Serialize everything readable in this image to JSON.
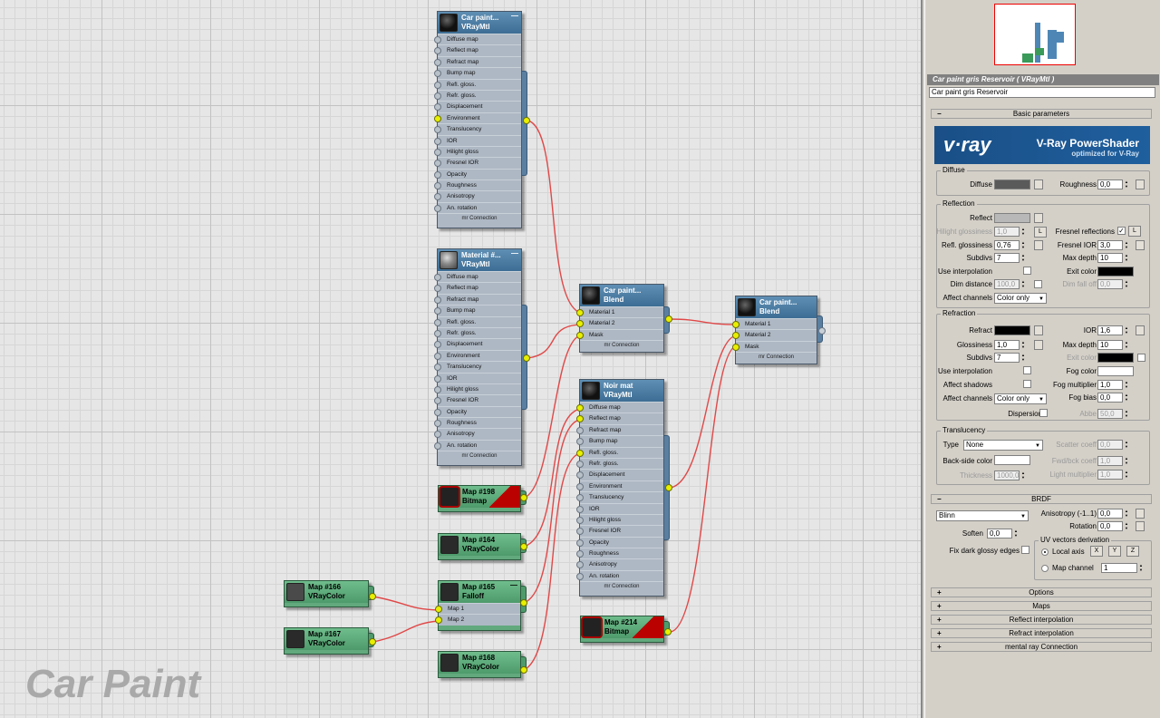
{
  "canvas_title": "Car Paint",
  "nodes": {
    "car_top": {
      "name": "Car paint...",
      "type": "VRayMtl"
    },
    "material": {
      "name": "Material #...",
      "type": "VRayMtl"
    },
    "blend1": {
      "name": "Car paint...",
      "type": "Blend"
    },
    "blend2": {
      "name": "Car paint...",
      "type": "Blend"
    },
    "noir": {
      "name": "Noir mat",
      "type": "VRayMtl"
    },
    "map198": {
      "name": "Map #198",
      "type": "Bitmap"
    },
    "map164": {
      "name": "Map #164",
      "type": "VRayColor"
    },
    "map165": {
      "name": "Map #165",
      "type": "Falloff"
    },
    "map166": {
      "name": "Map #166",
      "type": "VRayColor"
    },
    "map167": {
      "name": "Map #167",
      "type": "VRayColor"
    },
    "map168": {
      "name": "Map #168",
      "type": "VRayColor"
    },
    "map214": {
      "name": "Map #214",
      "type": "Bitmap"
    }
  },
  "vray_slots": [
    "Diffuse map",
    "Reflect map",
    "Refract map",
    "Bump map",
    "Refl. gloss.",
    "Refr. gloss.",
    "Displacement",
    "Environment",
    "Translucency",
    "IOR",
    "Hilight gloss",
    "Fresnel IOR",
    "Opacity",
    "Roughness",
    "Anisotropy",
    "An. rotation"
  ],
  "blend_slots": [
    "Material 1",
    "Material 2",
    "Mask"
  ],
  "falloff_slots": [
    "Map 1",
    "Map 2"
  ],
  "mr_connection": "mr Connection",
  "panel": {
    "title": "Car paint gris Reservoir  ( VRayMtl )",
    "name_field": "Car paint gris Reservoir",
    "basic_rollout": "Basic parameters",
    "banner_logo": "v·ray",
    "banner_title": "V-Ray PowerShader",
    "banner_sub": "optimized for V-Ray",
    "diffuse": {
      "group": "Diffuse",
      "diffuse_lbl": "Diffuse",
      "roughness_lbl": "Roughness",
      "roughness": "0,0",
      "diffuse_color": "#5a5a5a"
    },
    "reflection": {
      "group": "Reflection",
      "reflect_lbl": "Reflect",
      "reflect_color": "#b8b8b8",
      "hilight_lbl": "Hilight glossiness",
      "hilight": "1,0",
      "L": "L",
      "fresnel_lbl": "Fresnel reflections",
      "fresnel_check": "✓",
      "refl_gloss_lbl": "Refl. glossiness",
      "refl_gloss": "0,76",
      "fresnel_ior_lbl": "Fresnel IOR",
      "fresnel_ior": "3,0",
      "subdivs_lbl": "Subdivs",
      "subdivs": "7",
      "max_depth_lbl": "Max depth",
      "max_depth": "10",
      "use_interp_lbl": "Use interpolation",
      "exit_color_lbl": "Exit color",
      "dim_dist_lbl": "Dim distance",
      "dim_dist": "100,0",
      "dim_falloff_lbl": "Dim fall off",
      "dim_falloff": "0,0",
      "affect_ch_lbl": "Affect channels",
      "affect_ch": "Color only"
    },
    "refraction": {
      "group": "Refraction",
      "refract_lbl": "Refract",
      "ior_lbl": "IOR",
      "ior": "1,6",
      "gloss_lbl": "Glossiness",
      "gloss": "1,0",
      "max_depth_lbl": "Max depth",
      "max_depth": "10",
      "subdivs_lbl": "Subdivs",
      "subdivs": "7",
      "exit_color_lbl": "Exit color",
      "use_interp_lbl": "Use interpolation",
      "fog_color_lbl": "Fog color",
      "affect_shadows_lbl": "Affect shadows",
      "fog_mult_lbl": "Fog multiplier",
      "fog_mult": "1,0",
      "affect_ch_lbl": "Affect channels",
      "affect_ch": "Color only",
      "fog_bias_lbl": "Fog bias",
      "fog_bias": "0,0",
      "dispersion_lbl": "Dispersion",
      "abbe_lbl": "Abbe",
      "abbe": "50,0"
    },
    "translucency": {
      "group": "Translucency",
      "type_lbl": "Type",
      "type": "None",
      "scatter_lbl": "Scatter coeff",
      "scatter": "0,0",
      "backside_lbl": "Back-side color",
      "fwd_lbl": "Fwd/bck coeff",
      "fwd": "1,0",
      "thickness_lbl": "Thickness",
      "thickness": "1000,0",
      "light_mult_lbl": "Light multiplier",
      "light_mult": "1,0"
    },
    "brdf": {
      "rollout": "BRDF",
      "type": "Blinn",
      "aniso_lbl": "Anisotropy (-1..1)",
      "aniso": "0,0",
      "rotation_lbl": "Rotation",
      "rotation": "0,0",
      "soften_lbl": "Soften",
      "soften": "0,0",
      "uv_group": "UV vectors derivation",
      "fix_lbl": "Fix dark glossy edges",
      "local_axis_lbl": "Local axis",
      "x": "X",
      "y": "Y",
      "z": "Z",
      "map_channel_lbl": "Map channel",
      "map_channel": "1"
    },
    "rollouts": [
      "Options",
      "Maps",
      "Reflect interpolation",
      "Refract interpolation",
      "mental ray Connection"
    ],
    "minus": "−",
    "plus": "+"
  }
}
